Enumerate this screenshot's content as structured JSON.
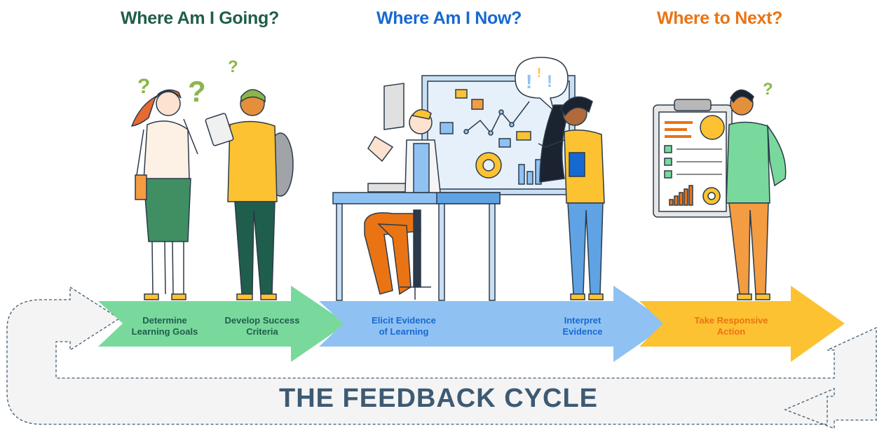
{
  "headings": {
    "going": "Where Am I Going?",
    "now": "Where Am I Now?",
    "next": "Where to Next?"
  },
  "steps": [
    {
      "label": "Determine\nLearning Goals"
    },
    {
      "label": "Develop Success\nCriteria"
    },
    {
      "label": "Elicit Evidence\nof Learning"
    },
    {
      "label": "Interpret\nEvidence"
    },
    {
      "label": "Take Responsive\nAction"
    }
  ],
  "cycle_title": "THE FEEDBACK CYCLE",
  "colors": {
    "green_arrow": "#79d99c",
    "blue_arrow": "#8fc2f3",
    "yellow_arrow": "#fcc232",
    "heading_green": "#1f5e4c",
    "heading_blue": "#1769d2",
    "heading_orange": "#ea7414",
    "title": "#3d5a73"
  },
  "icons": [
    "question-mark-icon",
    "exclamation-icon",
    "check-icon",
    "donut-chart-icon",
    "bar-chart-icon",
    "line-chart-icon"
  ]
}
